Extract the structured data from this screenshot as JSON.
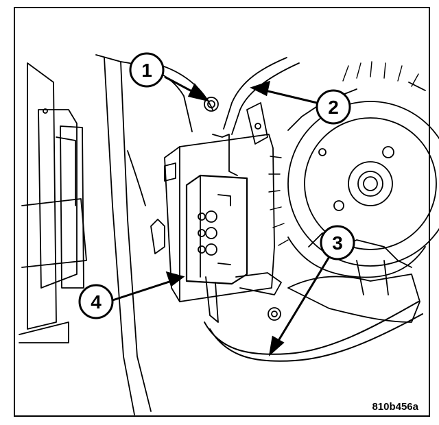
{
  "figure": {
    "reference_code": "810b456a",
    "callouts": [
      {
        "label": "1",
        "target": "nut"
      },
      {
        "label": "2",
        "target": "wire-harness"
      },
      {
        "label": "3",
        "target": "cable"
      },
      {
        "label": "4",
        "target": "module"
      }
    ]
  },
  "colors": {
    "line": "#000000",
    "background": "#ffffff"
  }
}
